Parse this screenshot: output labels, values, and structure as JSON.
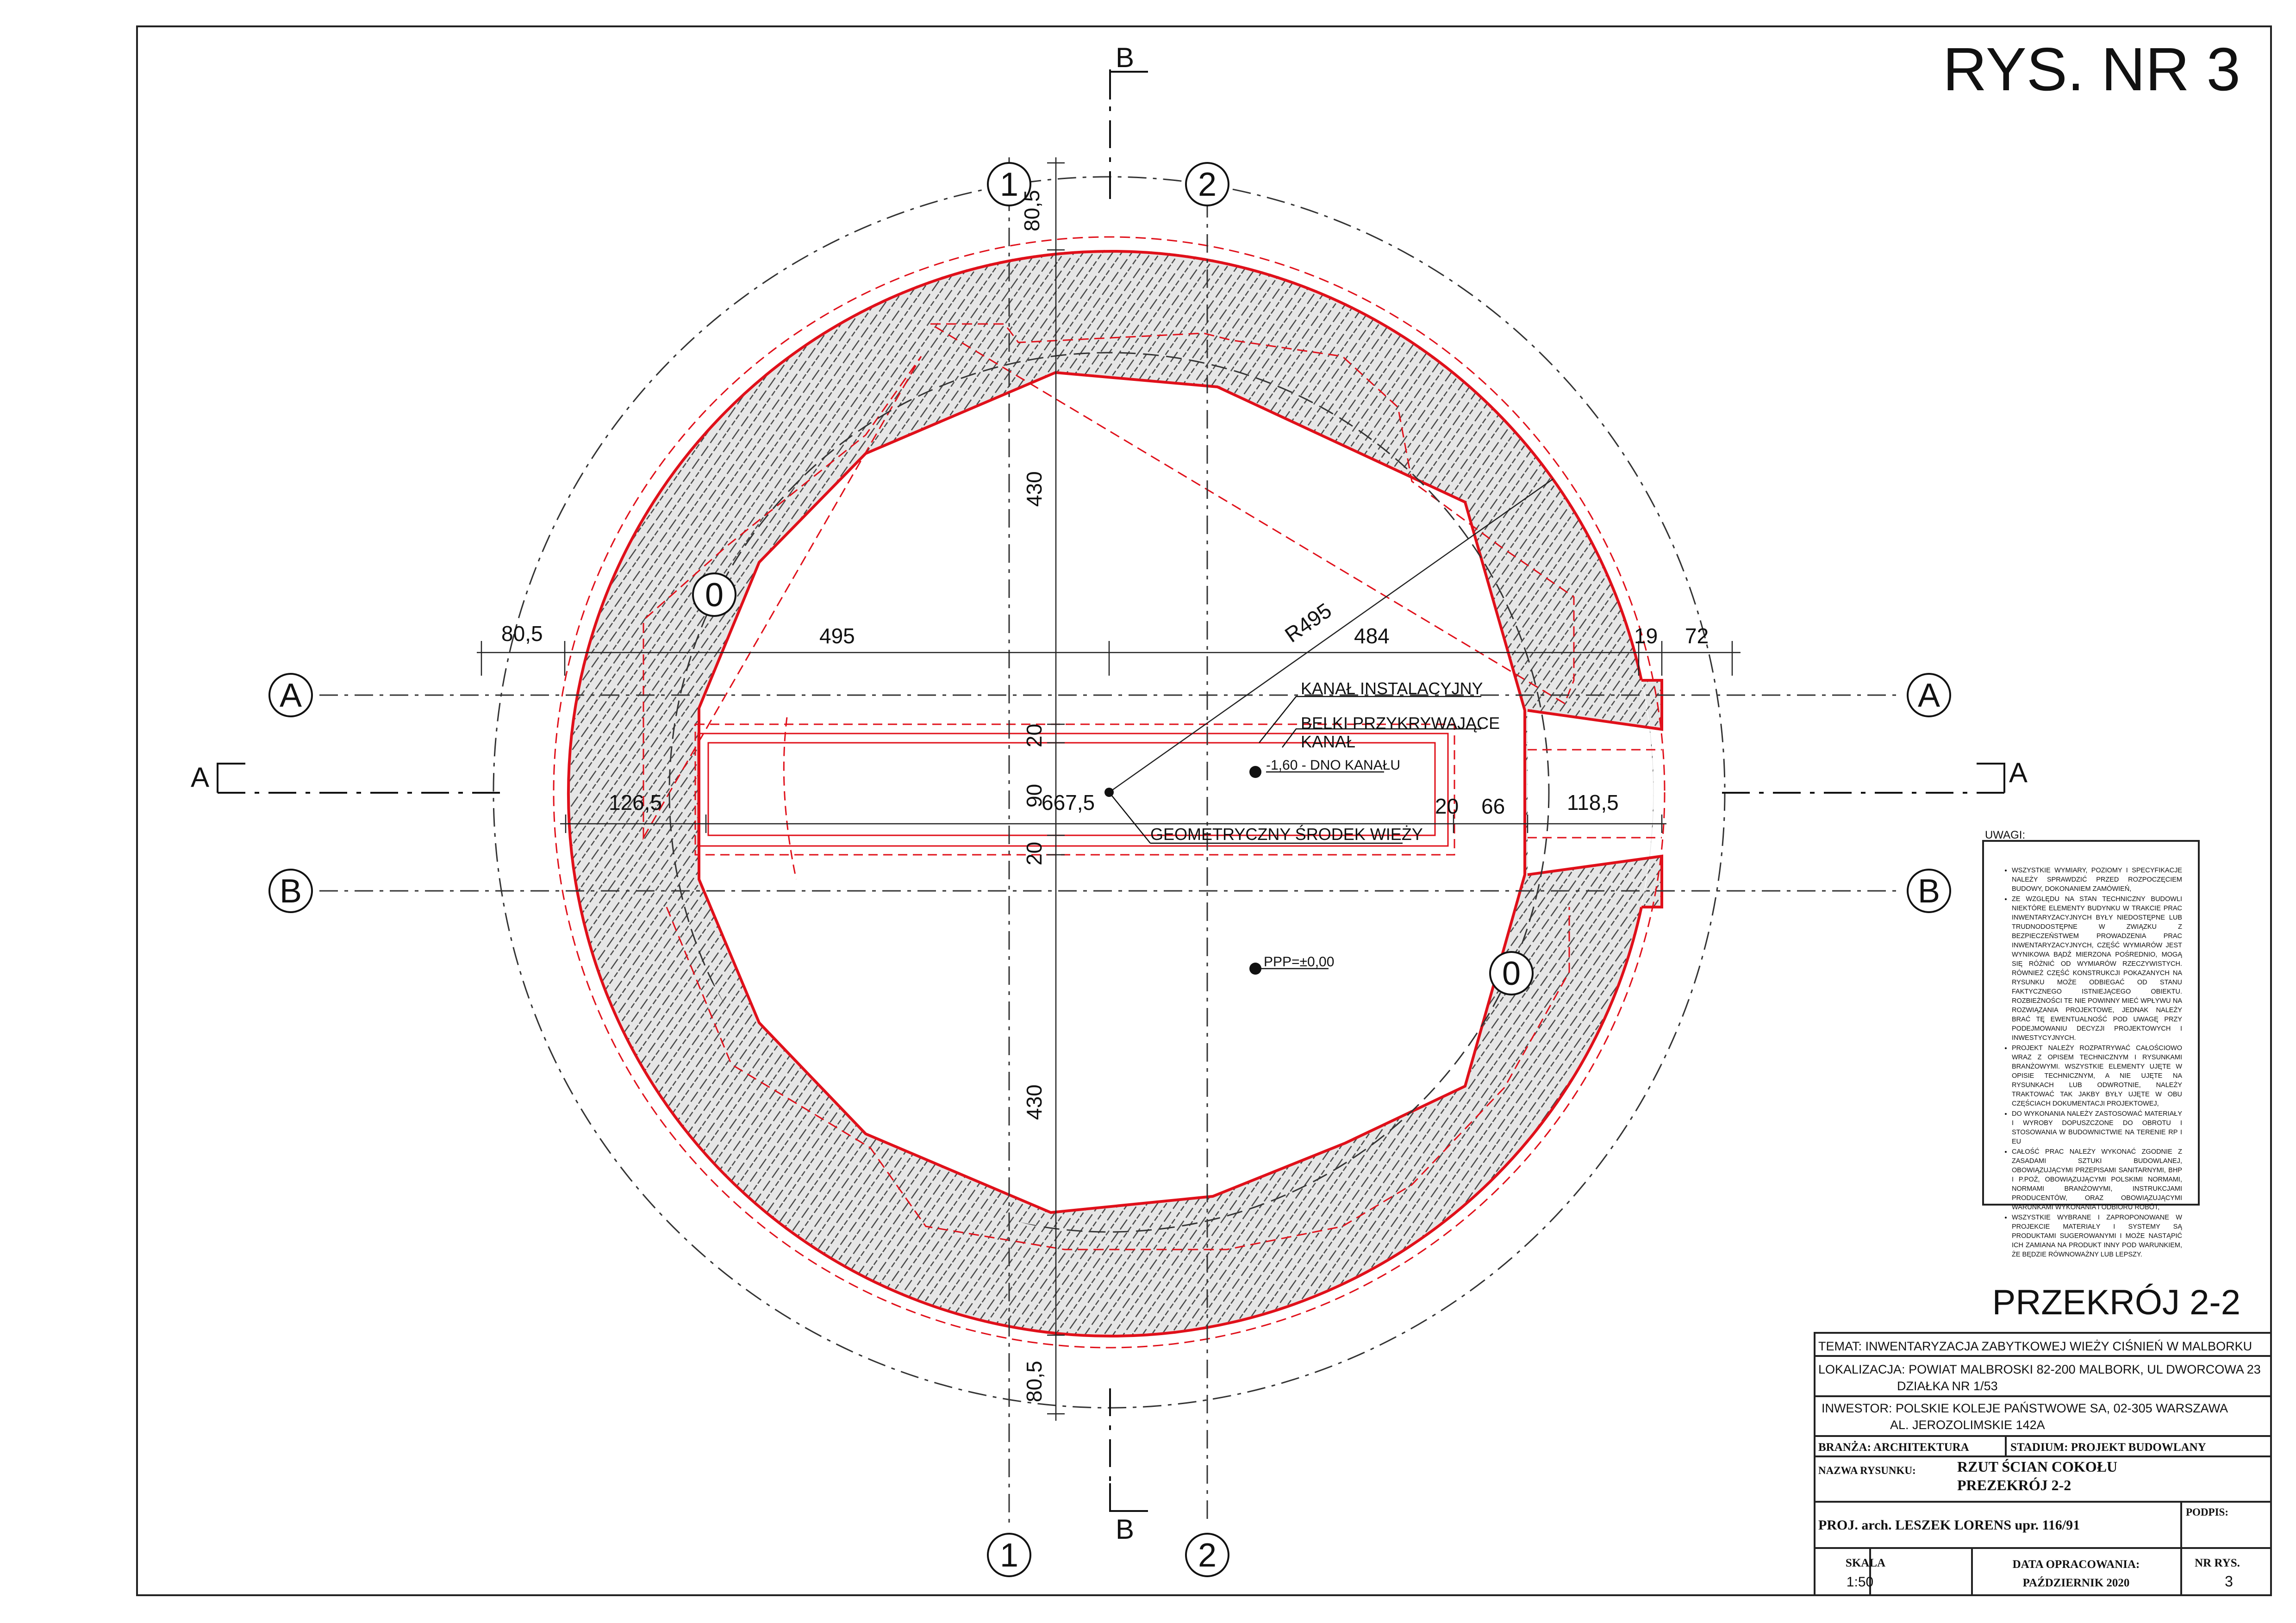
{
  "sheet_title": "RYS. NR 3",
  "section_title": "PRZEKRÓJ 2-2",
  "axes": {
    "axis_1": "1",
    "axis_2": "2",
    "axis_A": "A",
    "axis_B": "B",
    "section_A": "A",
    "section_B": "B",
    "zero_mark": "0"
  },
  "dimensions": {
    "d80_5": "80,5",
    "d495": "495",
    "d484": "484",
    "d19": "19",
    "d72": "72",
    "d430": "430",
    "d20": "20",
    "d90": "90",
    "d667_5": "667,5",
    "d126_5": "126,5",
    "d66": "66",
    "d118_5": "118,5",
    "radius": "R495"
  },
  "annotations": {
    "kanal": "KANAŁ INSTALACYJNY",
    "belki_1": "BELKI PRZYKRYWAJĄCE",
    "belki_2": "KANAŁ",
    "dno": "-1,60 - DNO KANAŁU",
    "srodek": "GEOMETRYCZNY ŚRODEK WIEŻY",
    "ppp": "PPP=±0,00"
  },
  "notes": {
    "title": "UWAGI:",
    "items": [
      "WSZYSTKIE WYMIARY, POZIOMY I SPECYFIKACJE NALEŻY SPRAWDZIĆ PRZED ROZPOCZĘCIEM BUDOWY, DOKONANIEM ZAMÓWIEŃ,",
      "ZE WZGLĘDU NA STAN TECHNICZNY BUDOWLI NIEKTÓRE ELEMENTY BUDYNKU W TRAKCIE PRAC INWENTARYZACYJNYCH BYŁY NIEDOSTĘPNE LUB TRUDNODOSTĘPNE W ZWIĄZKU Z BEZPIECZEŃSTWEM PROWADZENIA PRAC INWENTARYZACYJNYCH, CZĘŚĆ WYMIARÓW JEST WYNIKOWA BĄDŹ MIERZONA POŚREDNIO, MOGĄ SIĘ RÓŻNIĆ OD WYMIARÓW RZECZYWISTYCH. RÓWNIEŻ CZĘŚĆ KONSTRUKCJI POKAZANYCH NA RYSUNKU MOŻE ODBIEGAĆ OD STANU FAKTYCZNEGO ISTNIEJĄCEGO OBIEKTU. ROZBIEŻNOŚCI TE NIE POWINNY MIEĆ WPŁYWU NA ROZWIĄZANIA PROJEKTOWE, JEDNAK NALEŻY BRAĆ TĘ EWENTUALNOŚĆ POD UWAGĘ PRZY PODEJMOWANIU DECYZJI PROJEKTOWYCH I INWESTYCYJNYCH.",
      "PROJEKT NALEŻY ROZPATRYWAĆ CAŁOŚCIOWO WRAZ Z OPISEM TECHNICZNYM I RYSUNKAMI BRANŻOWYMI. WSZYSTKIE ELEMENTY UJĘTE W OPISIE TECHNICZNYM, A NIE UJĘTE NA RYSUNKACH LUB ODWROTNIE, NALEŻY TRAKTOWAĆ TAK JAKBY BYŁY UJĘTE W OBU CZĘŚCIACH DOKUMENTACJI PROJEKTOWEJ,",
      "DO WYKONANIA NALEŻY ZASTOSOWAĆ MATERIAŁY I WYROBY DOPUSZCZONE DO OBROTU I STOSOWANIA W BUDOWNICTWIE NA TERENIE RP I EU",
      "CAŁOŚĆ PRAC NALEŻY WYKONAĆ ZGODNIE Z ZASADAMI SZTUKI BUDOWLANEJ, OBOWIĄZUJĄCYMI PRZEPISAMI SANITARNYMI, BHP I P.POŻ, OBOWIĄZUJĄCYMI POLSKIMI NORMAMI, NORMAMI BRANŻOWYMI, INSTRUKCJAMI PRODUCENTÓW, ORAZ OBOWIĄZUJĄCYMI WARUNKAMI WYKONANIA I ODBIORU ROBÓT,",
      "WSZYSTKIE WYBRANE I ZAPROPONOWANE W PROJEKCIE MATERIAŁY I SYSTEMY SĄ PRODUKTAMI SUGEROWANYMI I MOŻE NASTĄPIĆ ICH ZAMIANA NA PRODUKT INNY POD WARUNKIEM, ŻE BĘDZIE RÓWNOWAŻNY LUB LEPSZY."
    ]
  },
  "title_block": {
    "temat": "TEMAT: INWENTARYZACJA ZABYTKOWEJ WIEŻY CIŚNIEŃ W MALBORKU",
    "lokalizacja_1": "LOKALIZACJA:  POWIAT MALBROSKI 82-200 MALBORK, UL DWORCOWA 23",
    "lokalizacja_2": "DZIAŁKA NR 1/53",
    "inwestor_1": "INWESTOR:  POLSKIE KOLEJE PAŃSTWOWE SA, 02-305 WARSZAWA",
    "inwestor_2": "AL. JEROZOLIMSKIE 142A",
    "branza": "BRANŻA: ARCHITEKTURA",
    "stadium": "STADIUM:  PROJEKT BUDOWLANY",
    "nazwa_label": "NAZWA RYSUNKU:",
    "nazwa_1": "RZUT ŚCIAN COKOŁU",
    "nazwa_2": "PREZEKRÓJ 2-2",
    "podpis": "PODPIS:",
    "proj": "PROJ. arch. LESZEK  LORENS upr. 116/91",
    "skala_label": "SKALA",
    "skala_value": "1:50",
    "data_label": "DATA OPRACOWANIA:",
    "data_value": "PAŹDZIERNIK 2020",
    "nr_label": "NR RYS.",
    "nr_value": "3"
  }
}
